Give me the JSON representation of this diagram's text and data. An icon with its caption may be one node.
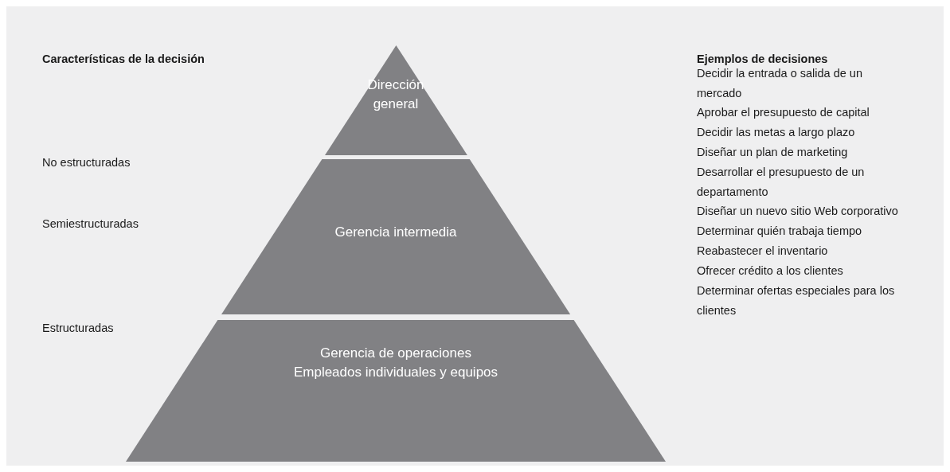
{
  "diagram": {
    "nodes": [
      {
        "text": [
          "Dirección general"
        ]
      },
      {
        "text": [
          "Gerencia intermedia"
        ]
      },
      {
        "text": [
          "Gerencia de operaciones",
          "Empleados individuales y equipos"
        ]
      }
    ],
    "labels": [
      "Características de la decisión",
      "No estructuradas",
      "Semiestructuradas",
      "Estructuradas",
      "Ejemplos de decisiones",
      "Decidir la entrada o salida de un mercado",
      "Aprobar el presupuesto de capital",
      "Decidir las metas a largo plazo",
      "Diseñar un plan de marketing",
      "Desarrollar el presupuesto de un departamento",
      "Diseñar un nuevo sitio Web corporativo",
      "Determinar quién trabaja tiempo",
      "Reabastecer el inventario",
      "Ofrecer crédito a los clientes",
      "Determinar ofertas especiales para los clientes"
    ]
  }
}
